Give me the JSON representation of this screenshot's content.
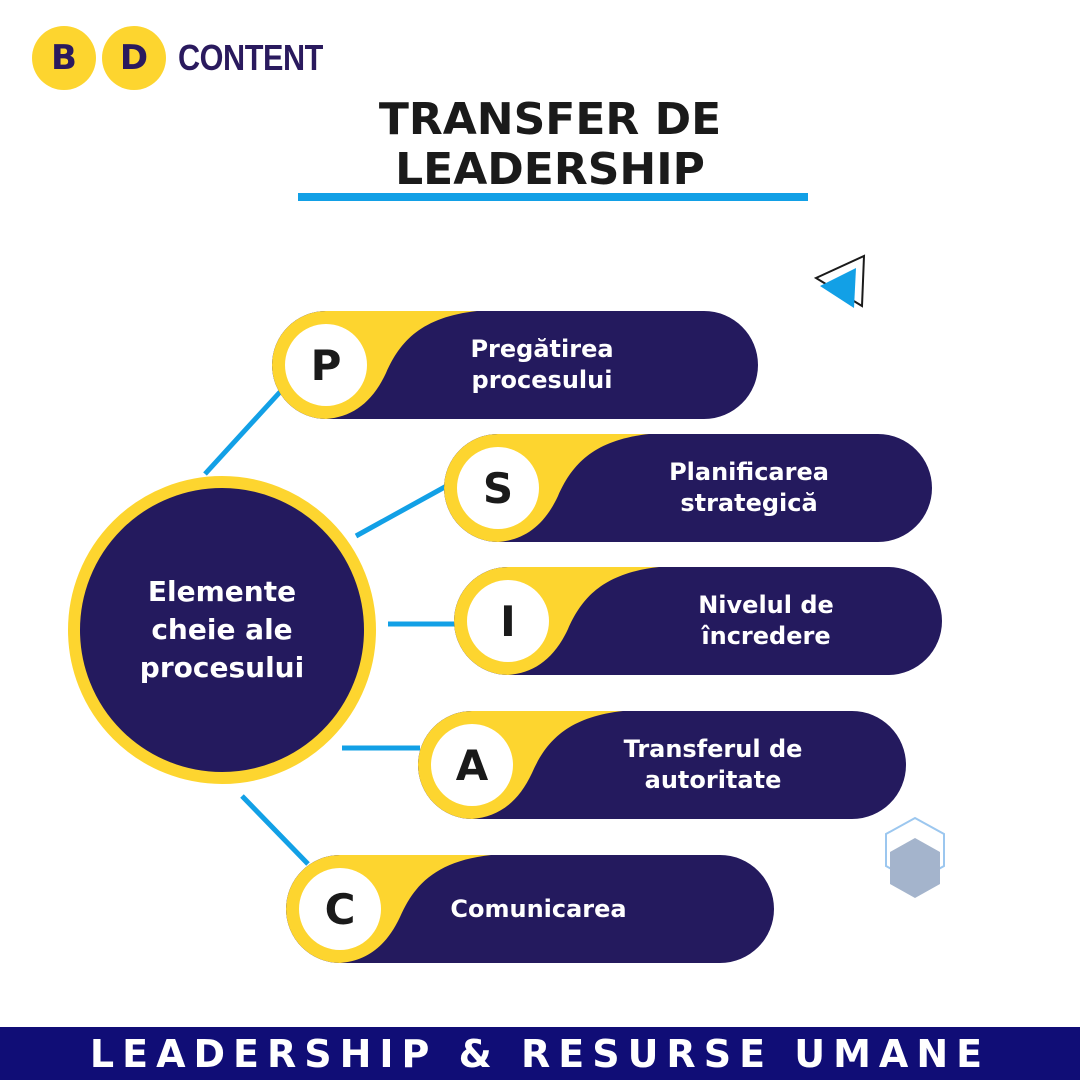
{
  "logo": {
    "letter1": "B",
    "letter2": "D",
    "text": "CONTENT"
  },
  "title": {
    "line1": "TRANSFER DE",
    "line2": "LEADERSHIP"
  },
  "hub": {
    "label": "Elemente cheie ale procesului"
  },
  "items": [
    {
      "letter": "P",
      "label": "Pregătirea procesului"
    },
    {
      "letter": "S",
      "label": "Planificarea strategică"
    },
    {
      "letter": "I",
      "label": "Nivelul  de încredere"
    },
    {
      "letter": "A",
      "label": "Transferul de autoritate"
    },
    {
      "letter": "C",
      "label": "Comunicarea"
    }
  ],
  "footer": {
    "text": "LEADERSHIP & RESURSE UMANE"
  },
  "colors": {
    "navy": "#241a5e",
    "yellow": "#fdd52f",
    "blue": "#12a0e6",
    "footer": "#100d76"
  },
  "decorations": [
    "triangle-icon",
    "hexagon-icon"
  ]
}
